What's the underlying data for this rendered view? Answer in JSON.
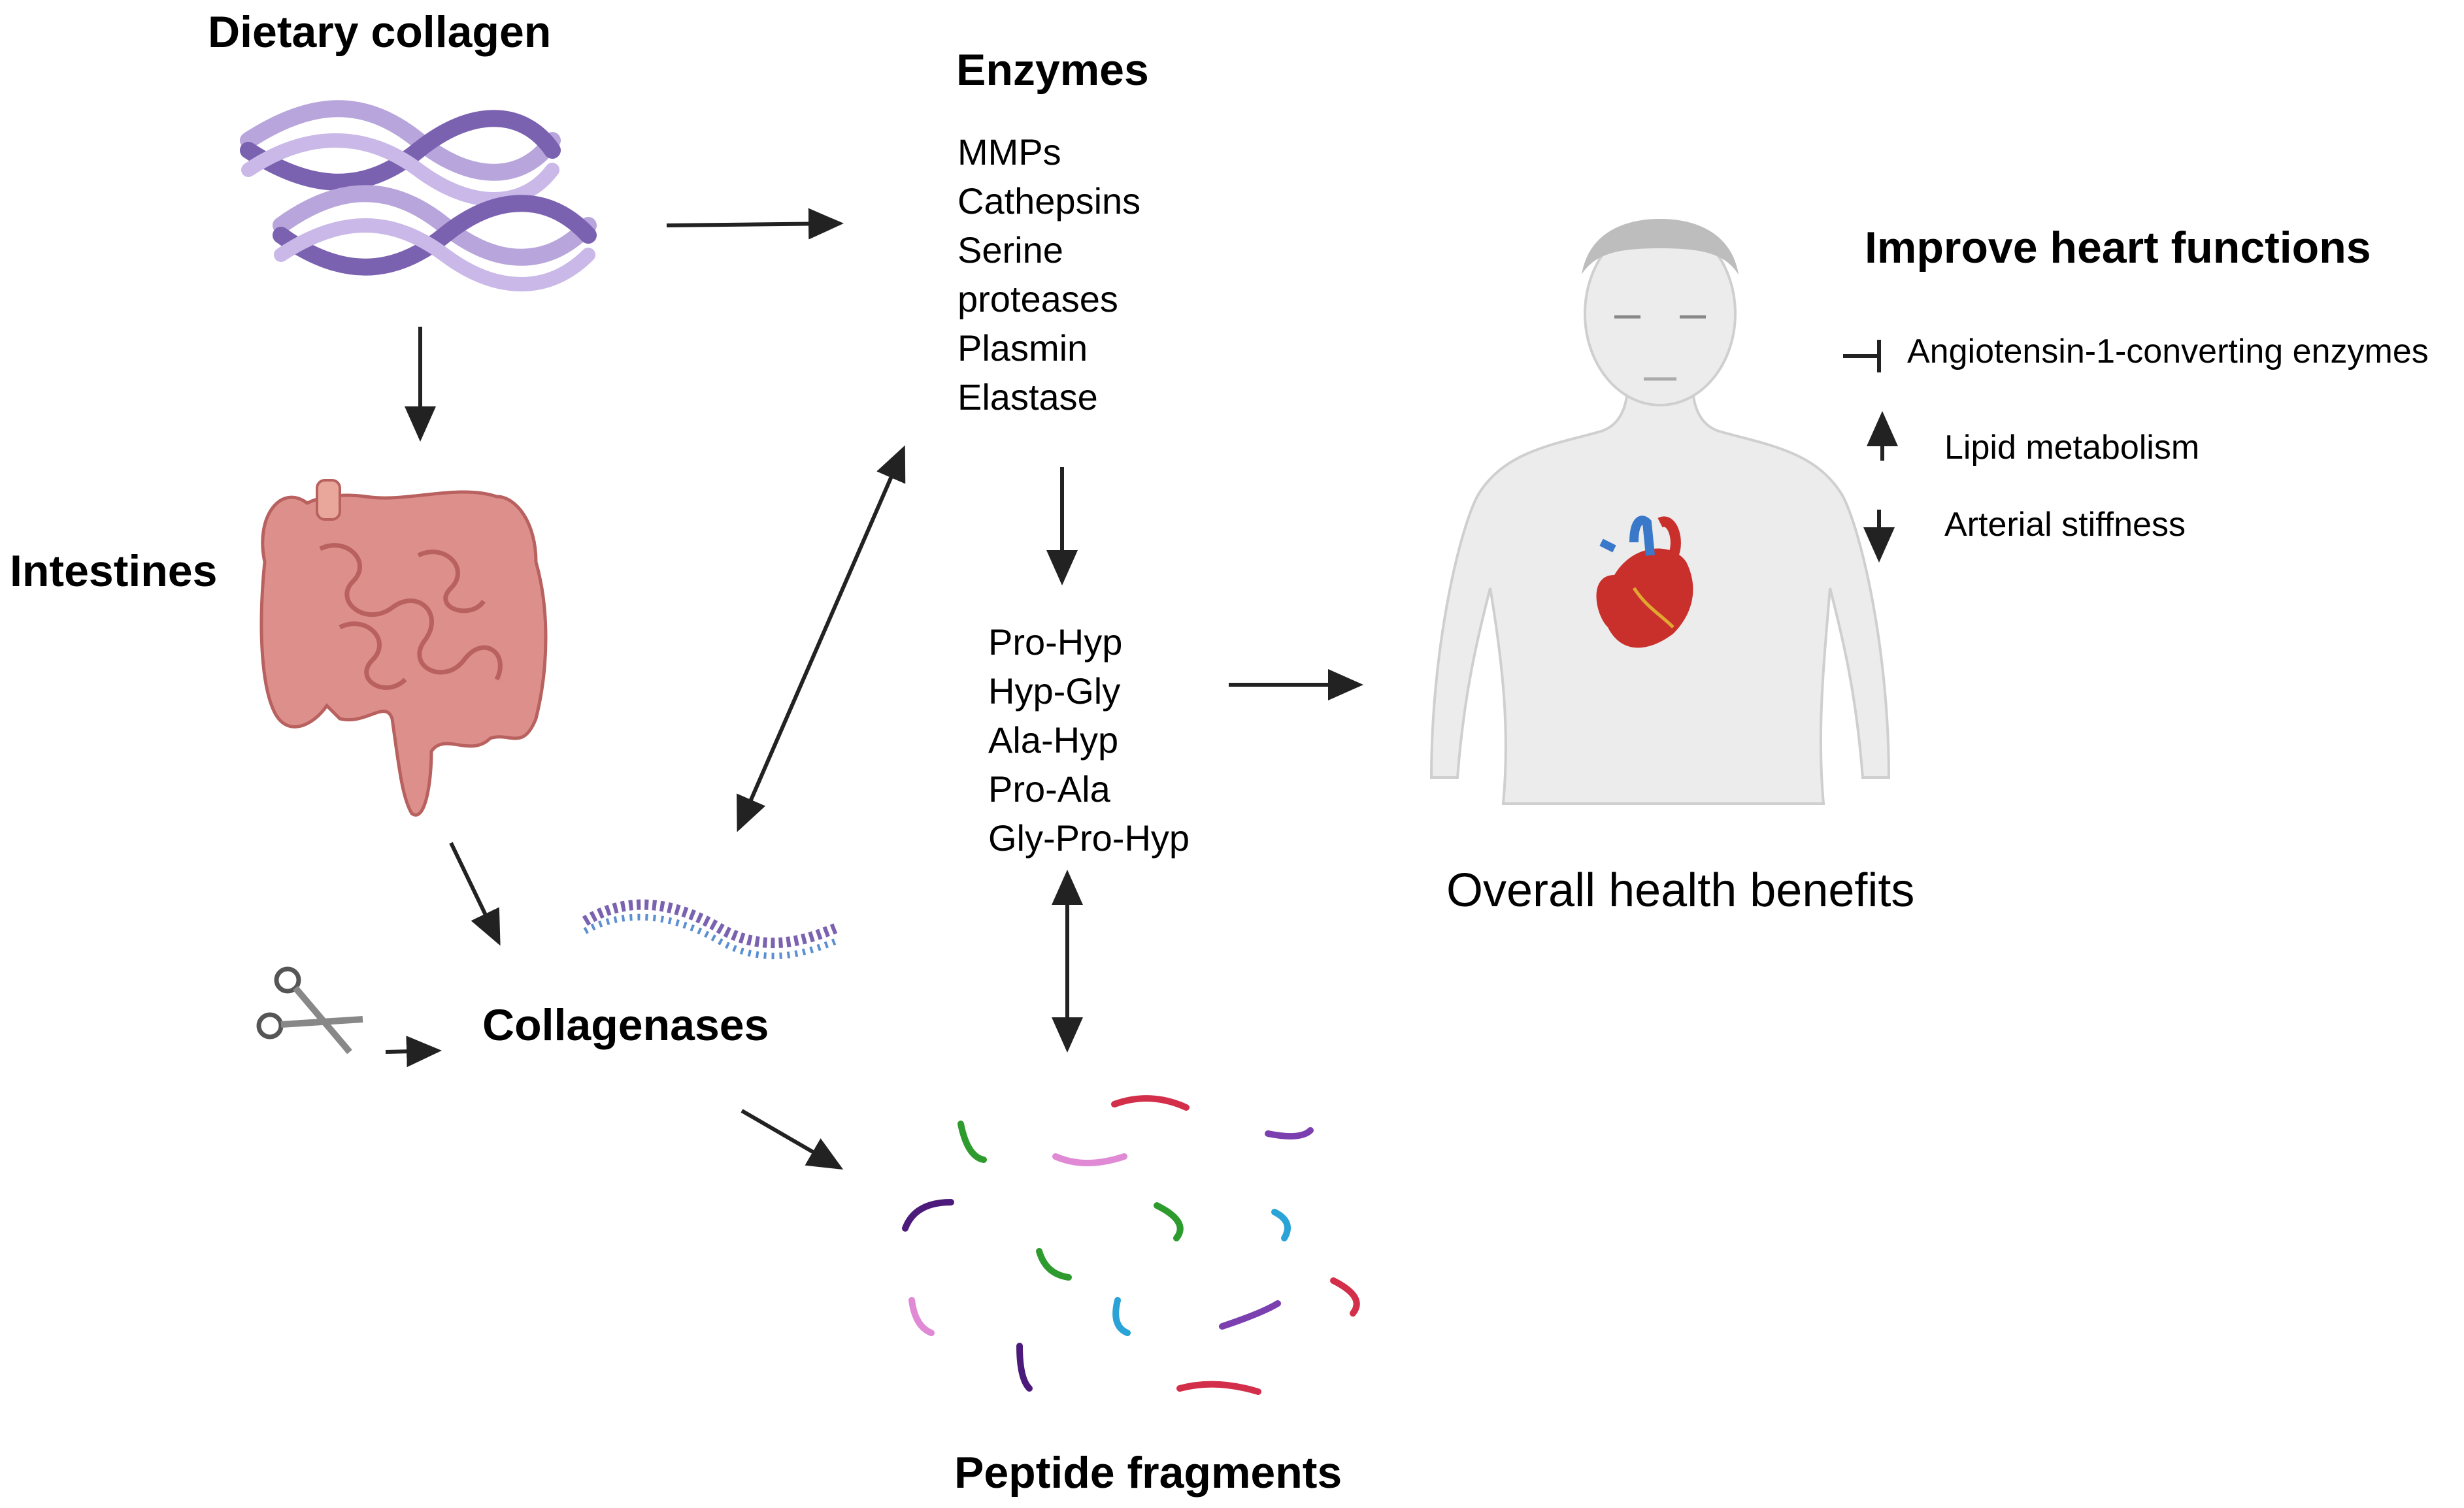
{
  "labels": {
    "dietary_collagen": "Dietary collagen",
    "intestines": "Intestines",
    "collagenases": "Collagenases",
    "enzymes": "Enzymes",
    "peptide_fragments": "Peptide fragments",
    "improve_heart": "Improve heart functions",
    "overall_benefits": "Overall health benefits"
  },
  "enzyme_list": [
    "MMPs",
    "Cathepsins",
    "Serine",
    "proteases",
    "Plasmin",
    "Elastase"
  ],
  "peptide_list": [
    "Pro-Hyp",
    "Hyp-Gly",
    "Ala-Hyp",
    "Pro-Ala",
    "Gly-Pro-Hyp"
  ],
  "effects": [
    {
      "symbol": "inhibit",
      "text": "Angiotensin-1-converting enzymes"
    },
    {
      "symbol": "up-arrow",
      "text": "Lipid metabolism"
    },
    {
      "symbol": "down-arrow",
      "text": "Arterial stiffness"
    }
  ],
  "colors": {
    "collagen_dark": "#7b62b0",
    "collagen_light": "#b7a5dc",
    "intestine": "#dd8f8c",
    "skin": "#ececec",
    "heart_red": "#c9302c",
    "heart_blue": "#3a78c9",
    "fragment_colors": [
      "#d32f4a",
      "#2e9b2e",
      "#e08ad6",
      "#7b3fb0",
      "#4b1a7a",
      "#2aa3d6"
    ]
  }
}
